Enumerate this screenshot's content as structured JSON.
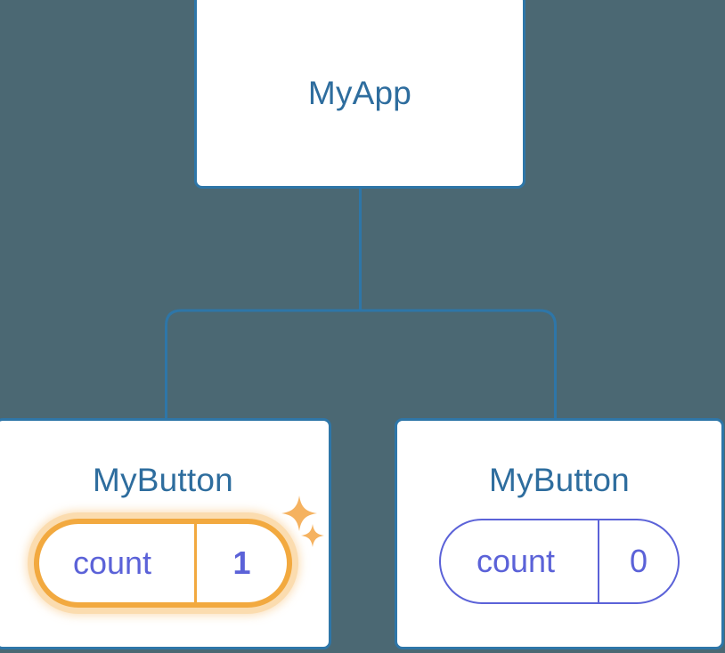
{
  "theme": {
    "background": "#4b6873",
    "card_background": "#ffffff",
    "card_border": "#2e76a8",
    "title_text": "#2e6d9e",
    "connector": "#2e76a8",
    "highlight_orange": "#f2a93f",
    "highlight_glow": "#fbdcaf",
    "state_purple": "#5b62d8",
    "sparkle": "#f5b260"
  },
  "tree": {
    "root": {
      "title": "MyApp"
    },
    "children": [
      {
        "title": "MyButton",
        "state": {
          "key": "count",
          "value": "1"
        },
        "highlighted": true,
        "sparkle_big": "sparkle-four-point-icon",
        "sparkle_small": "sparkle-four-point-small-icon"
      },
      {
        "title": "MyButton",
        "state": {
          "key": "count",
          "value": "0"
        },
        "highlighted": false
      }
    ]
  }
}
